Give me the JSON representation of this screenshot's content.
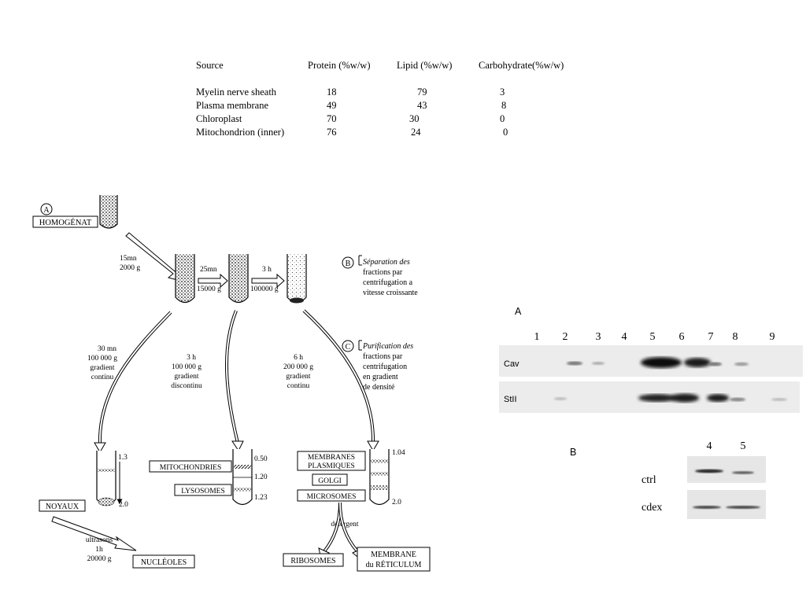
{
  "table": {
    "headers": [
      "Source",
      "Protein (%w/w)",
      "Lipid (%w/w)",
      "Carbohydrate(%w/w)"
    ],
    "rows": [
      [
        "Myelin nerve sheath",
        "18",
        "79",
        "3"
      ],
      [
        "Plasma membrane",
        "49",
        "43",
        "8"
      ],
      [
        "Chloroplast",
        "70",
        "30",
        "0"
      ],
      [
        "Mitochondrion (inner)",
        "76",
        "24",
        "0"
      ]
    ]
  },
  "diagram": {
    "label_a": "A",
    "homogenat": "HOMOGÉNAT",
    "step1": [
      "15mn",
      "2000 g"
    ],
    "step2": [
      "25mn",
      "15000 g"
    ],
    "step3": [
      "3 h",
      "100000 g"
    ],
    "label_b": "B",
    "section_b": [
      "Séparation des",
      "fractions par",
      "centrifugation a",
      "vitesse croissante"
    ],
    "label_c": "C",
    "section_c": [
      "Purification des",
      "fractions par",
      "centrifugation",
      "en gradient",
      "de densité"
    ],
    "grad1": [
      "30 mn",
      "100 000 g",
      "gradient",
      "continu"
    ],
    "grad2": [
      "3 h",
      "100 000 g",
      "gradient",
      "discontinu"
    ],
    "grad3": [
      "6 h",
      "200 000 g",
      "gradient",
      "continu"
    ],
    "tube1_values": [
      "1.3",
      "2.0"
    ],
    "tube2_values": [
      "0.50",
      "1.20",
      "1.23"
    ],
    "tube3_values": [
      "1.04",
      "2.0"
    ],
    "noyaux": "NOYAUX",
    "mitochondries": "MITOCHONDRIES",
    "lysosomes": "LYSOSOMES",
    "membranes": [
      "MEMBRANES",
      "PLASMIQUES"
    ],
    "golgi": "GOLGI",
    "microsomes": "MICROSOMES",
    "detergent": "détergent",
    "ultrasons": [
      "ultrasons",
      "1h",
      "20000 g"
    ],
    "nucleoles": "NUCLÉOLES",
    "ribosomes": "RIBOSOMES",
    "membrane_ret": [
      "MEMBRANE",
      "du RÉTICULUM"
    ]
  },
  "blot_a": {
    "label": "A",
    "lanes": [
      "1",
      "2",
      "3",
      "4",
      "5",
      "6",
      "7",
      "8",
      "9"
    ],
    "rows": [
      "Cav",
      "StII"
    ]
  },
  "blot_b": {
    "label": "B",
    "lanes": [
      "4",
      "5"
    ],
    "rows": [
      "ctrl",
      "cdex"
    ]
  }
}
